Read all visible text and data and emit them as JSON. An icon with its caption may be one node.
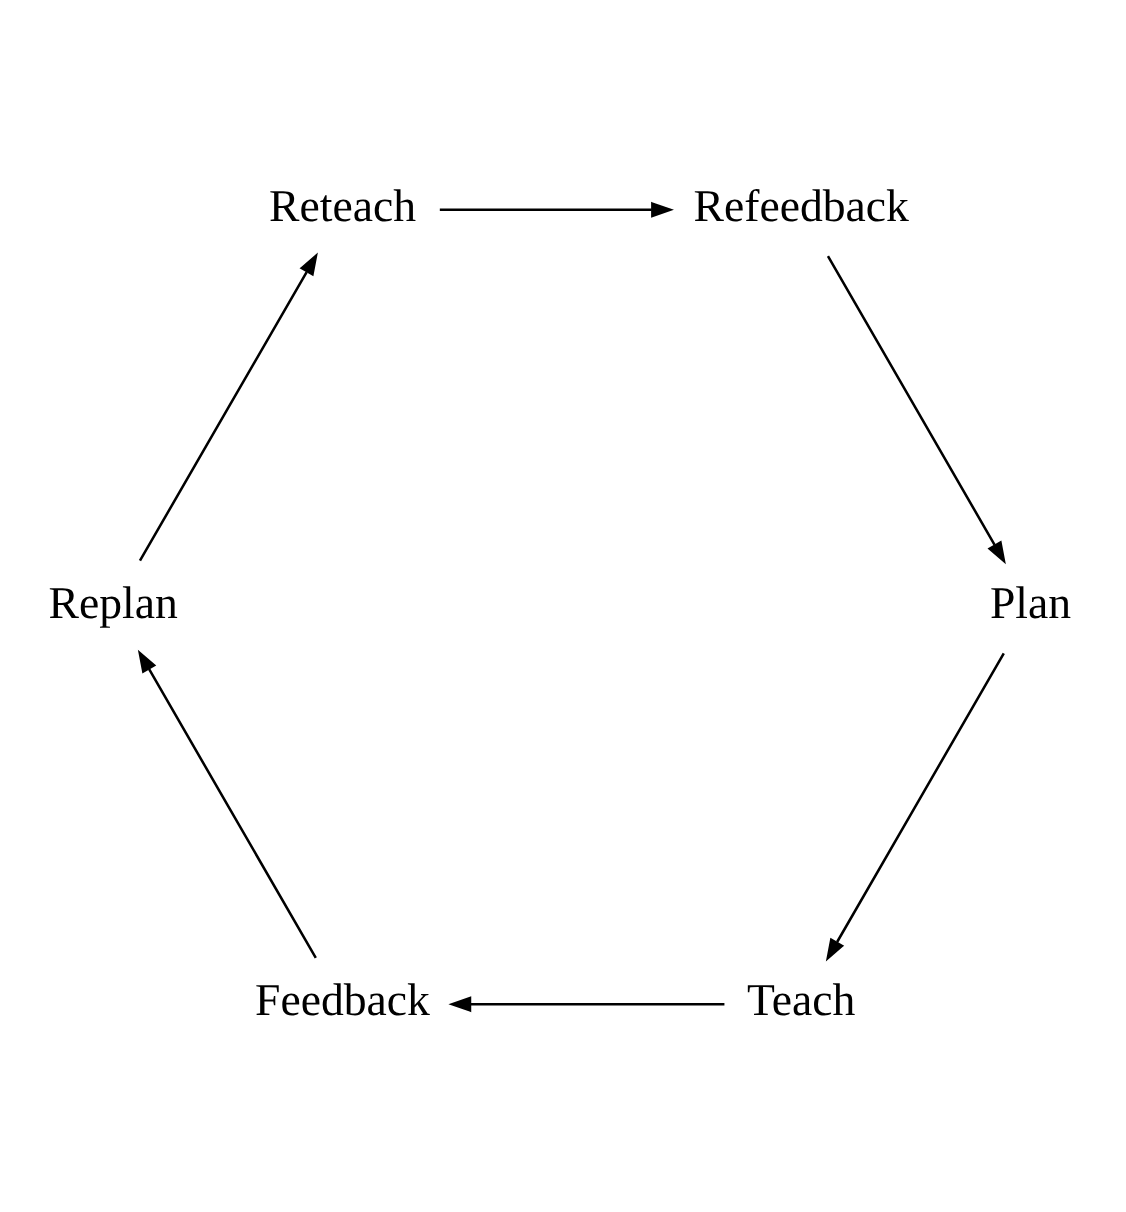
{
  "diagram": {
    "nodes": [
      {
        "text": [
          "Teach"
        ]
      },
      {
        "text": [
          "Plan"
        ]
      },
      {
        "text": [
          "Feedback"
        ]
      },
      {
        "text": [
          "Refeedback"
        ]
      },
      {
        "text": [
          "Replan"
        ]
      },
      {
        "text": [
          "Reteach"
        ]
      }
    ],
    "edges": [
      {
        "from": 1,
        "to": 0,
        "arrow": "to"
      },
      {
        "from": 0,
        "to": 2,
        "arrow": "to"
      },
      {
        "from": 2,
        "to": 4,
        "arrow": "to"
      },
      {
        "from": 4,
        "to": 5,
        "arrow": "to"
      },
      {
        "from": 5,
        "to": 3,
        "arrow": "to"
      },
      {
        "from": 3,
        "to": 1,
        "arrow": "to"
      }
    ]
  }
}
